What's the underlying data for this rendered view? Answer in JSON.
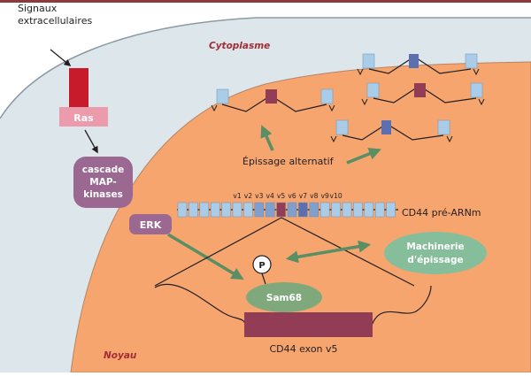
{
  "labels": {
    "signals_line1": "Signaux",
    "signals_line2": "extracellulaires",
    "cytoplasm": "Cytoplasme",
    "nucleus": "Noyau",
    "ras": "Ras",
    "mapk_line1": "cascade",
    "mapk_line2": "MAP-",
    "mapk_line3": "kinases",
    "erk": "ERK",
    "phospho": "P",
    "sam68": "Sam68",
    "machinery_line1": "Machinerie",
    "machinery_line2": "d'épissage",
    "alt_splicing": "Épissage alternatif",
    "pre_mrna": "CD44 pré-ARNm",
    "exon_v5": "CD44 exon v5"
  },
  "variant_exons": [
    "v1",
    "v2",
    "v3",
    "v4",
    "v5",
    "v6",
    "v7",
    "v8",
    "v9",
    "v10"
  ],
  "colors": {
    "nucleus_fill": "#f6a56f",
    "cytoplasm_fill": "#dde6ea",
    "exon_blue": "#a9cde9",
    "exon_dark_blue": "#5c6fb0",
    "exon_maroon": "#923d55",
    "ras_red": "#c71b2c",
    "ras_pink": "#ec9bad",
    "cascade_purple": "#9b6891",
    "machinery_green": "#86bd9a",
    "sam68_green": "#7fa97c",
    "arrow_green": "#5a8e64"
  }
}
